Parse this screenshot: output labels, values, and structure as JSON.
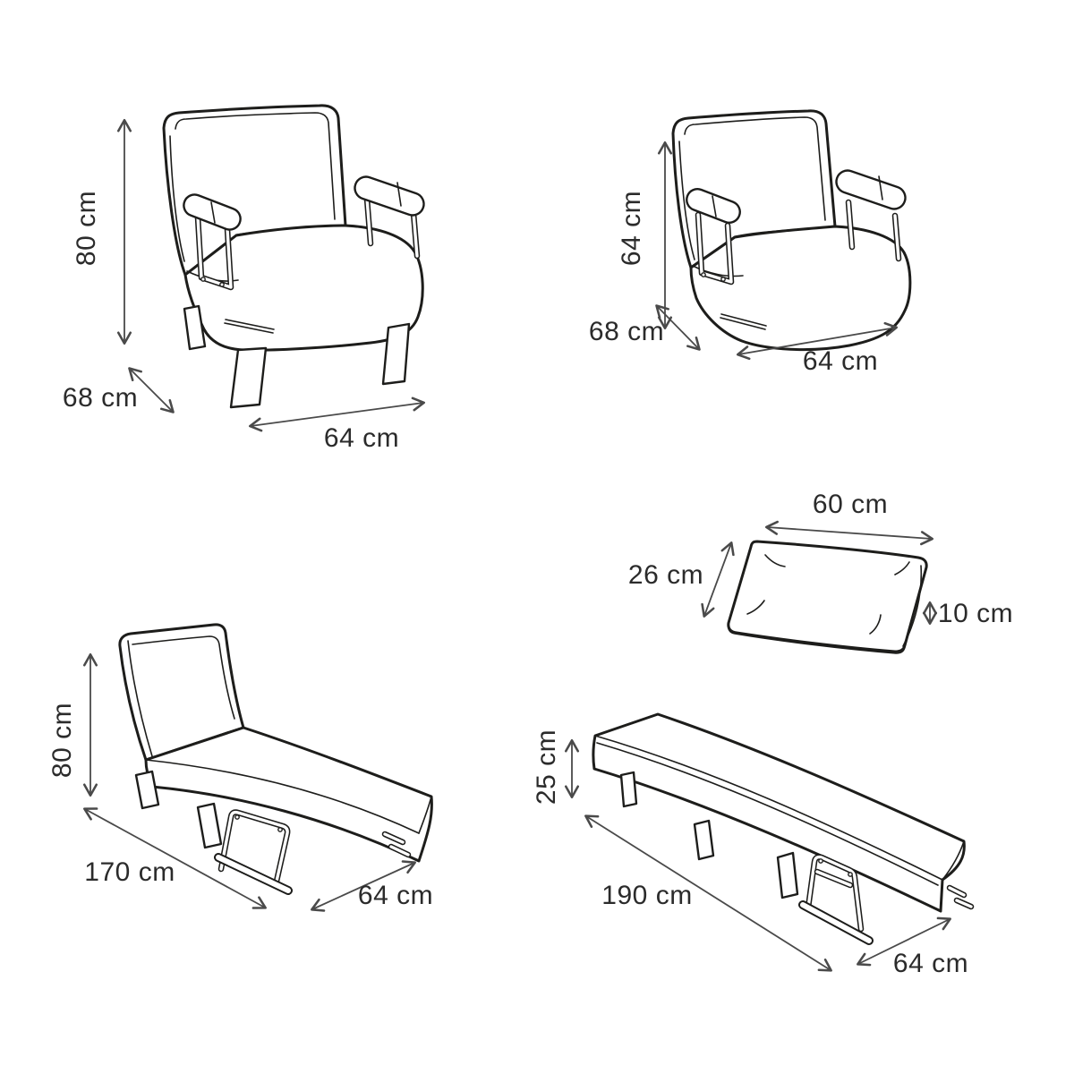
{
  "colors": {
    "line": "#1d1d1b",
    "arrow": "#4a4a4a",
    "text": "#2b2b2b",
    "background": "#ffffff"
  },
  "figures": {
    "chair": {
      "height": "80 cm",
      "depth": "68 cm",
      "width": "64 cm"
    },
    "chair_folded": {
      "height": "64 cm",
      "depth": "68 cm",
      "width": "64 cm"
    },
    "pillow": {
      "width": "60 cm",
      "depth": "26 cm",
      "thickness": "10 cm"
    },
    "lounger": {
      "height": "80 cm",
      "length": "170 cm",
      "width": "64 cm"
    },
    "bed": {
      "height": "25 cm",
      "length": "190 cm",
      "width": "64 cm"
    }
  }
}
